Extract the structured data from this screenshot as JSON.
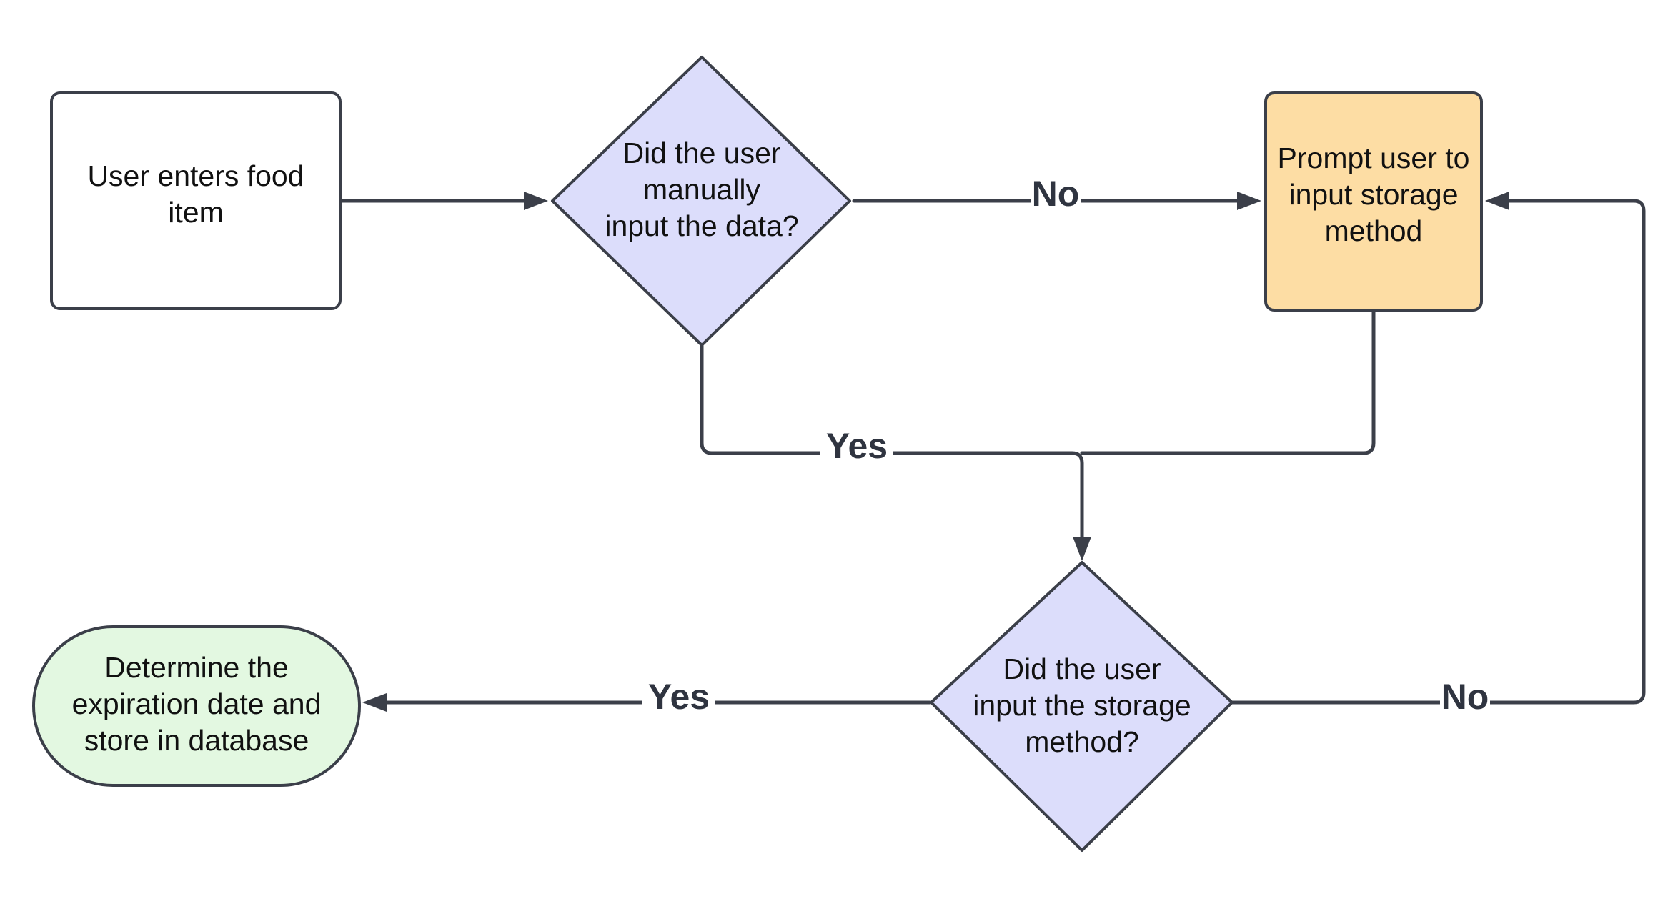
{
  "diagram": {
    "nodes": {
      "enter_food": {
        "lines": [
          "User enters food",
          "item"
        ],
        "fill": "#ffffff"
      },
      "manual_input": {
        "lines": [
          "Did the user",
          "manually",
          "input the data?"
        ],
        "fill": "#dcddfb"
      },
      "prompt_storage": {
        "lines": [
          "Prompt user to",
          "input storage",
          "method"
        ],
        "fill": "#fddda4"
      },
      "storage_input": {
        "lines": [
          "Did the user",
          "input the storage",
          "method?"
        ],
        "fill": "#dcddfb"
      },
      "determine_expiration": {
        "lines": [
          "Determine the",
          "expiration date and",
          "store in database"
        ],
        "fill": "#e3f8e1"
      }
    },
    "edges": {
      "manual_no": "No",
      "manual_yes": "Yes",
      "storage_yes": "Yes",
      "storage_no": "No"
    },
    "colors": {
      "stroke": "#3b3f49",
      "decision_fill": "#dcddfb",
      "process_fill": "#fddda4",
      "terminal_fill": "#e3f8e1"
    }
  }
}
